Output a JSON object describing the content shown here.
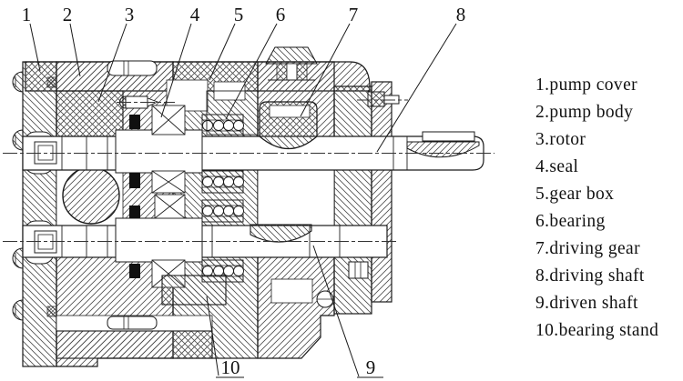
{
  "figure": {
    "kind": "gear pump sectional drawing"
  },
  "colors": {
    "line": "#1a1a1a",
    "hatch": "#4d4d4d",
    "background": "#ffffff",
    "seal_fill": "#101010"
  },
  "callouts": {
    "numbers": [
      "1",
      "2",
      "3",
      "4",
      "5",
      "6",
      "7",
      "8",
      "9",
      "10"
    ]
  },
  "legend": {
    "items": [
      "1.pump cover",
      "2.pump body",
      "3.rotor",
      "4.seal",
      "5.gear box",
      "6.bearing",
      "7.driving gear",
      "8.driving shaft",
      "9.driven shaft",
      "10.bearing stand"
    ]
  }
}
